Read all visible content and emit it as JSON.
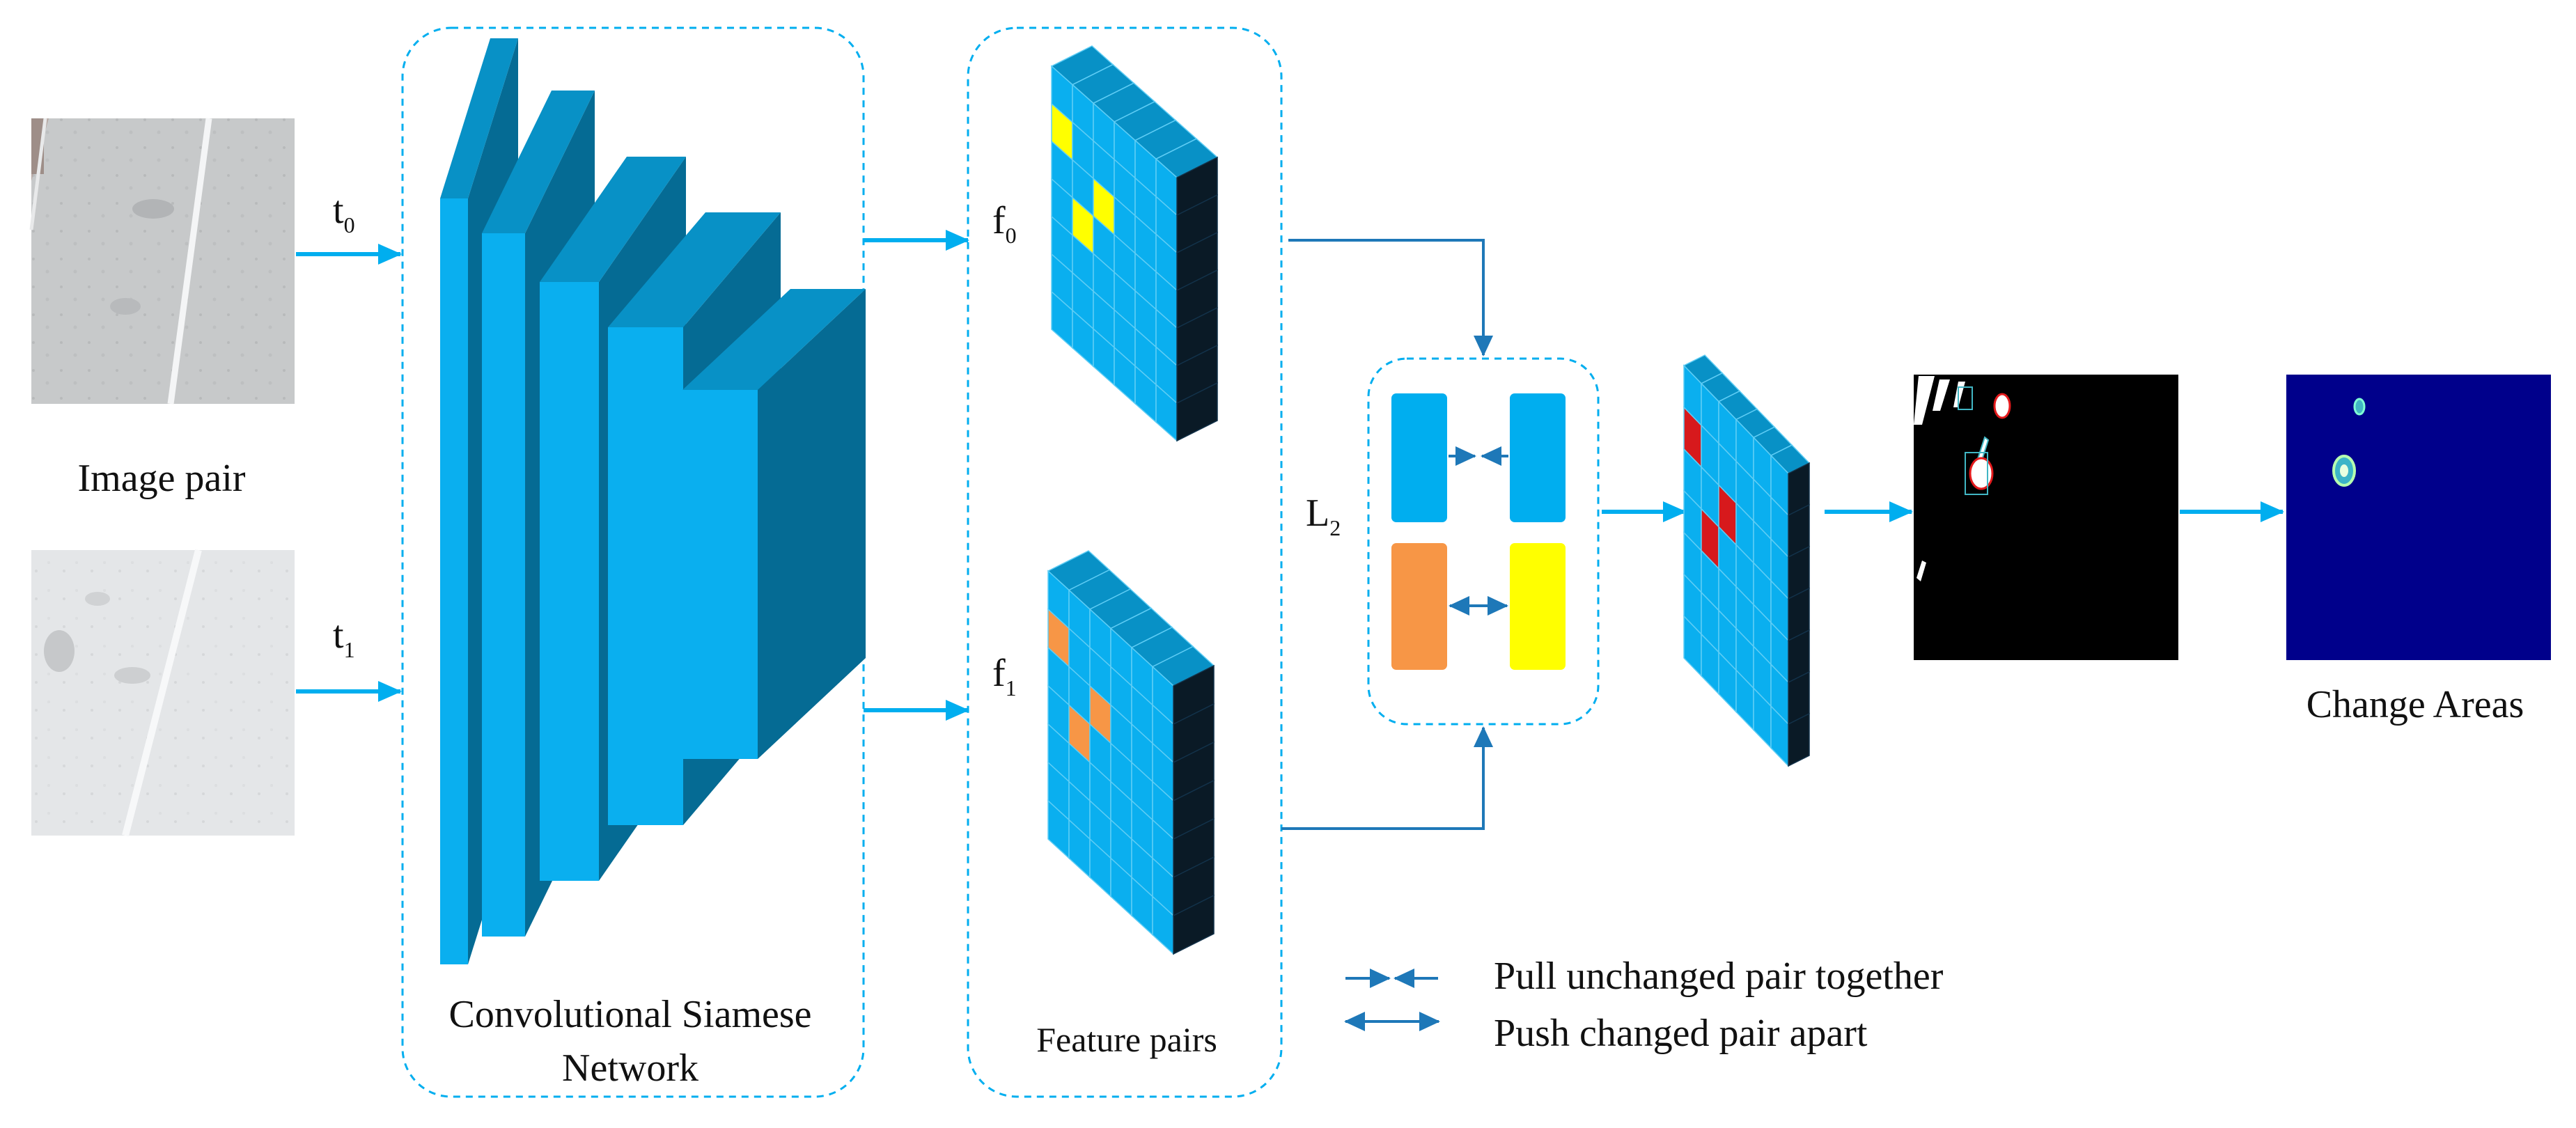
{
  "labels": {
    "image_pair": "Image pair",
    "t0": "t",
    "t0_sub": "0",
    "t1": "t",
    "t1_sub": "1",
    "cnn_line1": "Convolutional Siamese",
    "cnn_line2": "Network",
    "f0": "f",
    "f0_sub": "0",
    "f1": "f",
    "f1_sub": "1",
    "feature_pairs": "Feature pairs",
    "l2": "L",
    "l2_sub": "2",
    "change_areas": "Change Areas"
  },
  "legend": {
    "pull": "Pull unchanged pair together",
    "push": "Push changed pair apart"
  },
  "colors": {
    "accent_blue": "#00AEEF",
    "block_front": "#0AAFEF",
    "block_top": "#0891C6",
    "block_side": "#056B94",
    "grid_dark": "#0A1A26",
    "arrow_dark": "#1E78B8",
    "yellow": "#FFFF00",
    "orange": "#F79646",
    "red": "#D7191C",
    "navy": "#00008B",
    "photo_gray": "#C9CBCC",
    "photo_light": "#E6E8EA"
  }
}
